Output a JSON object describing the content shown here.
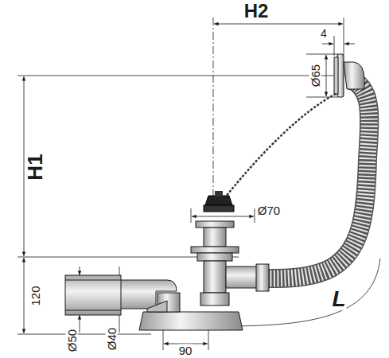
{
  "diagram": {
    "labels": [
      "H2",
      "4",
      "Ø65",
      "H1",
      "Ø70",
      "120",
      "L",
      "Ø50",
      "Ø40",
      "90"
    ]
  }
}
